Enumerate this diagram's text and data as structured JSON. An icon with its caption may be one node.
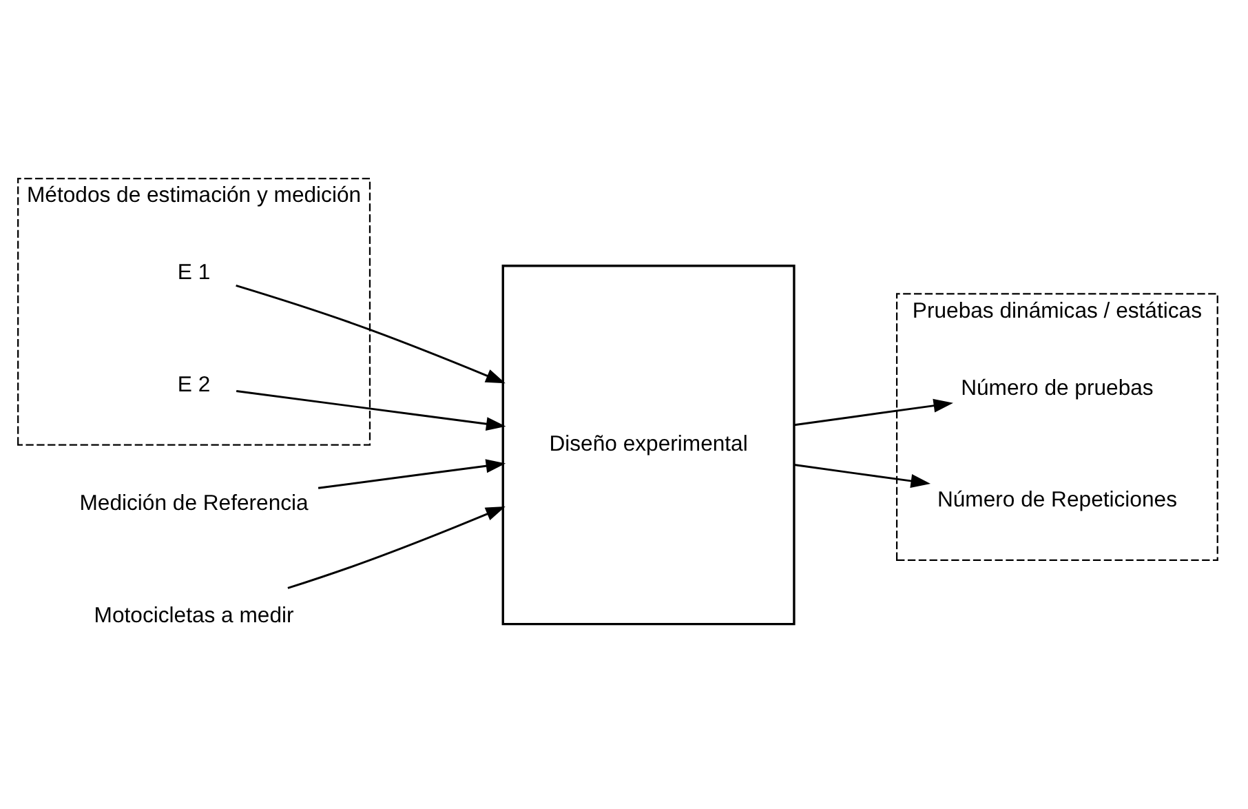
{
  "diagram": {
    "nodes": [
      {
        "text": [
          "Métodos de estimación y medición"
        ]
      },
      {
        "text": [
          "E 1"
        ],
        "in": 0
      },
      {
        "text": [
          "E 2"
        ],
        "in": 0
      },
      {
        "text": [
          "Diseño experimental"
        ]
      },
      {
        "text": [
          "Medición de Referencia"
        ]
      },
      {
        "text": [
          "Motocicletas a medir"
        ]
      },
      {
        "text": [
          "Pruebas dinámicas / estáticas"
        ]
      },
      {
        "text": [
          "Número de pruebas"
        ],
        "in": 6
      },
      {
        "text": [
          "Número de Repeticiones"
        ],
        "in": 6
      }
    ],
    "edges": [
      {
        "from": 1,
        "to": 3,
        "arrow": "to"
      },
      {
        "from": 2,
        "to": 3,
        "arrow": "to"
      },
      {
        "from": 4,
        "to": 3,
        "arrow": "to"
      },
      {
        "from": 5,
        "to": 3,
        "arrow": "to"
      },
      {
        "from": 3,
        "to": 7,
        "arrow": "to"
      },
      {
        "from": 3,
        "to": 8,
        "arrow": "to"
      }
    ]
  }
}
